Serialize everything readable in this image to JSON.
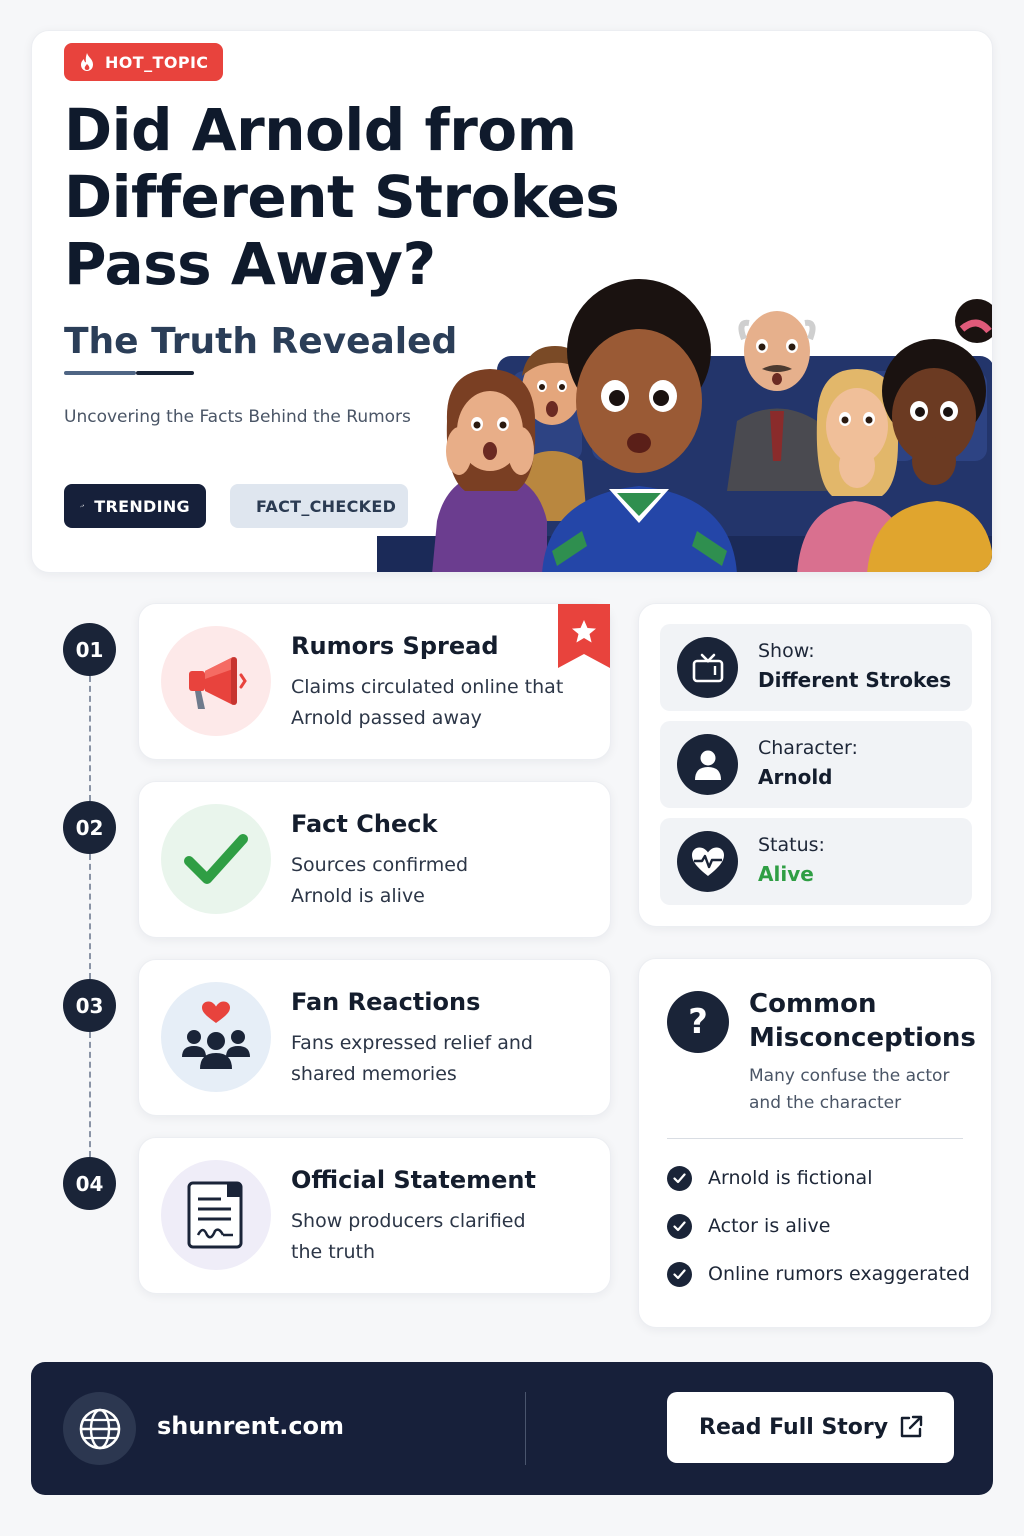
{
  "hero": {
    "badge": "HOT_TOPIC",
    "title": "Did Arnold from Different Strokes Pass Away?",
    "subtitle": "The Truth Revealed",
    "tagline": "Uncovering the Facts Behind the Rumors",
    "tags": {
      "trending": "TRENDING",
      "fact_checked": "FACT_CHECKED"
    }
  },
  "timeline": [
    {
      "num": "01",
      "title": "Rumors Spread",
      "desc": "Claims circulated online that Arnold passed away",
      "icon": "megaphone-icon"
    },
    {
      "num": "02",
      "title": "Fact Check",
      "desc": "Sources confirmed Arnold is alive",
      "icon": "checkmark-icon"
    },
    {
      "num": "03",
      "title": "Fan Reactions",
      "desc": "Fans expressed relief and shared memories",
      "icon": "fans-heart-icon"
    },
    {
      "num": "04",
      "title": "Official Statement",
      "desc": "Show producers clarified the truth",
      "icon": "document-icon"
    }
  ],
  "info": [
    {
      "label": "Show:",
      "value": "Different Strokes",
      "icon": "tv-icon"
    },
    {
      "label": "Character:",
      "value": "Arnold",
      "icon": "user-icon"
    },
    {
      "label": "Status:",
      "value": "Alive",
      "icon": "heartbeat-icon"
    }
  ],
  "misconceptions": {
    "title": "Common Misconceptions",
    "desc": "Many confuse the actor and the character",
    "items": [
      "Arnold is fictional",
      "Actor is alive",
      "Online rumors exaggerated"
    ]
  },
  "footer": {
    "site": "shunrent.com",
    "cta": "Read Full Story"
  },
  "colors": {
    "accent_red": "#e8433d",
    "navy": "#1a2438",
    "alive_green": "#2f9e44"
  }
}
